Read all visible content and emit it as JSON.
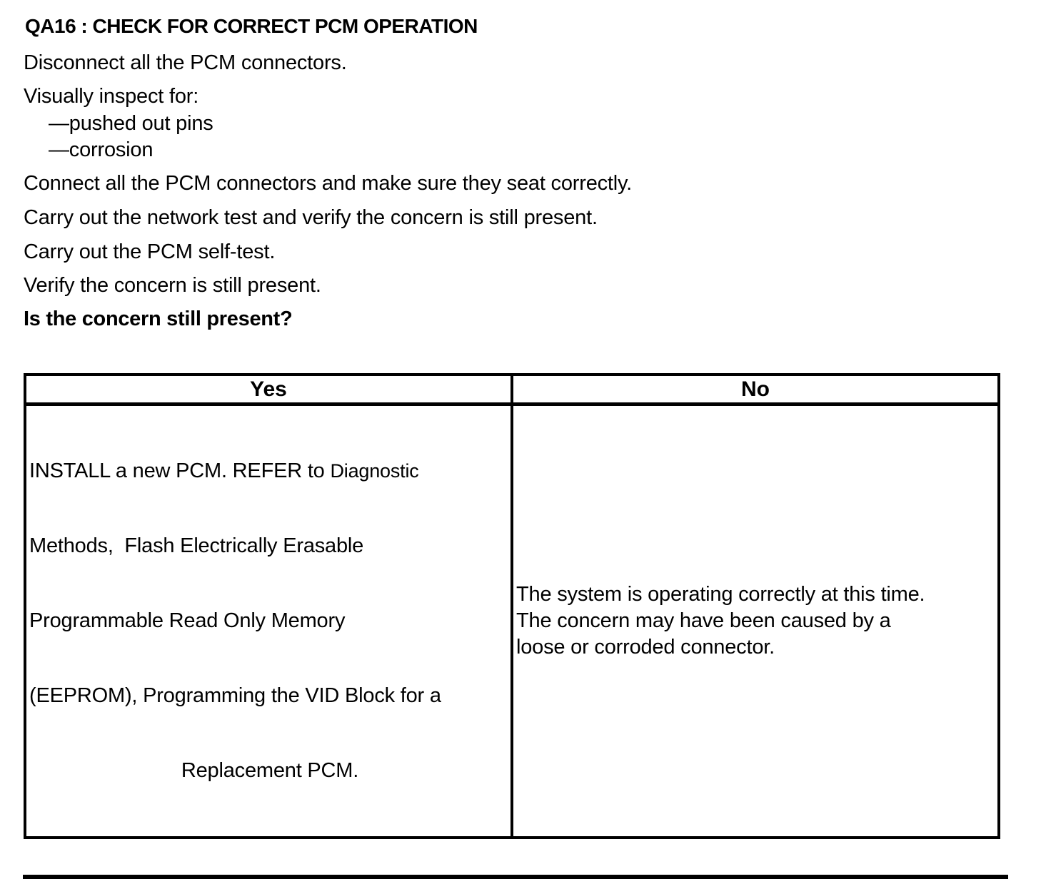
{
  "document": {
    "heading": "QA16 : CHECK FOR CORRECT PCM OPERATION",
    "steps": {
      "disconnect": "Disconnect all the PCM connectors.",
      "inspect_intro": "Visually inspect for:",
      "inspect_item_1": "—pushed out pins",
      "inspect_item_2": "—corrosion",
      "connect": "Connect all the PCM connectors and make sure they seat correctly.",
      "network_test": "Carry out the network test and verify the concern is still present.",
      "self_test": "Carry out the PCM self-test.",
      "verify": "Verify the concern is still present.",
      "question": "Is the concern still present?"
    }
  },
  "decision_table": {
    "yes_header": "Yes",
    "no_header": "No",
    "yes_cell": {
      "line1_main": "INSTALL a new PCM. REFER to ",
      "line1_ref": "Diagnostic",
      "line2": "Methods,  Flash Electrically Erasable",
      "line3": "Programmable Read Only Memory",
      "line4": "(EEPROM), Programming the VID Block for a",
      "line5": "Replacement PCM."
    },
    "no_cell": {
      "line1": "The system is operating correctly at this time.",
      "line2": "The concern may have been caused by a",
      "line3": "loose or corroded connector."
    }
  }
}
